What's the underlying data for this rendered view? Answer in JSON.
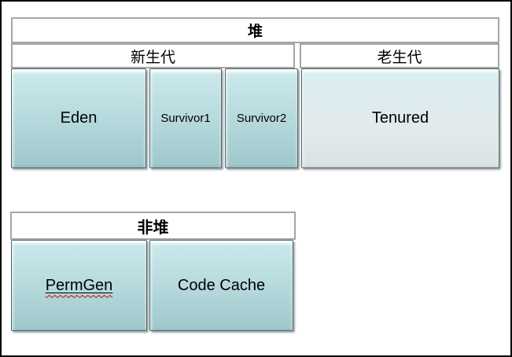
{
  "diagram": {
    "heap": {
      "title": "堆",
      "young_gen_label": "新生代",
      "old_gen_label": "老生代",
      "blocks": [
        {
          "label": "Eden"
        },
        {
          "label": "Survivor1"
        },
        {
          "label": "Survivor2"
        },
        {
          "label": "Tenured"
        }
      ]
    },
    "non_heap": {
      "title": "非堆",
      "blocks": [
        {
          "label": "PermGen"
        },
        {
          "label": "Code Cache"
        }
      ]
    },
    "colors": {
      "block_gradient_top": "#cdeaed",
      "block_gradient_bottom": "#9ec7cb",
      "tenured_gradient_top": "#d7eef2",
      "tenured_gradient_bottom": "#d9e1e2",
      "header_border": "#a6a6a6",
      "block_border": "#52686b",
      "outer_frame": "#000000",
      "squiggle_underline": "#cc0000"
    }
  }
}
